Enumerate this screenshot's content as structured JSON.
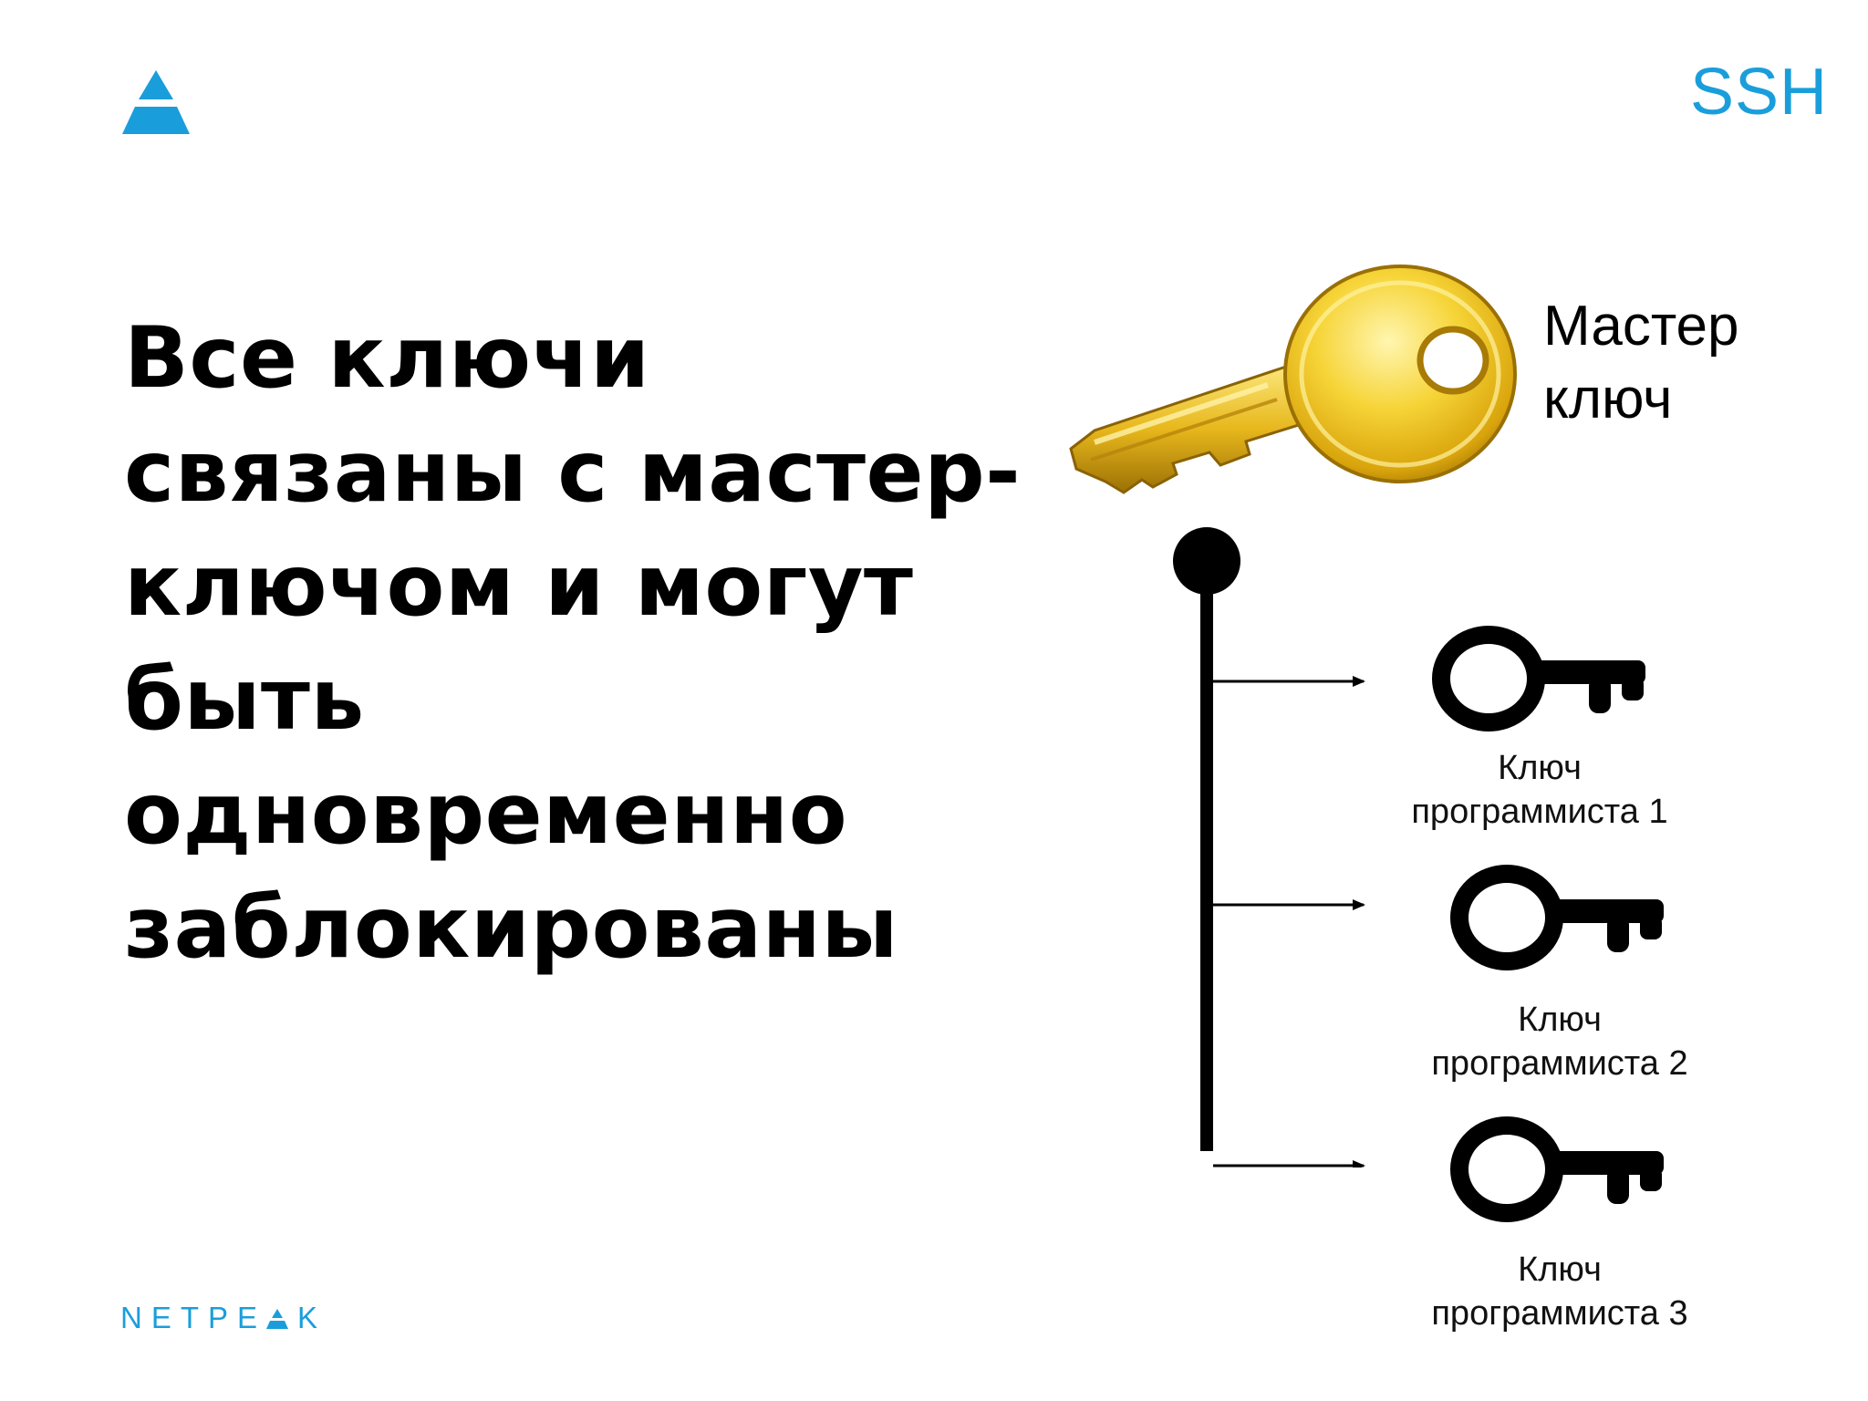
{
  "section_title": "SSH",
  "headline_lines": [
    "Все ключи",
    "связаны с мастер-",
    "ключом и могут",
    "быть",
    "одновременно",
    "заблокированы"
  ],
  "master_key": {
    "label_line1": "Мастер",
    "label_line2": "ключ",
    "icon": "gold-key-icon"
  },
  "developer_keys": [
    {
      "label_line1": "Ключ",
      "label_line2": "программиста 1",
      "icon": "black-key-icon"
    },
    {
      "label_line1": "Ключ",
      "label_line2": "программиста 2",
      "icon": "black-key-icon"
    },
    {
      "label_line1": "Ключ",
      "label_line2": "программиста 3",
      "icon": "black-key-icon"
    }
  ],
  "brand": {
    "before": "NETPE",
    "after": "K"
  },
  "colors": {
    "accent": "#1a9edb",
    "text": "#000000",
    "key_gold": "#f2c21a"
  }
}
